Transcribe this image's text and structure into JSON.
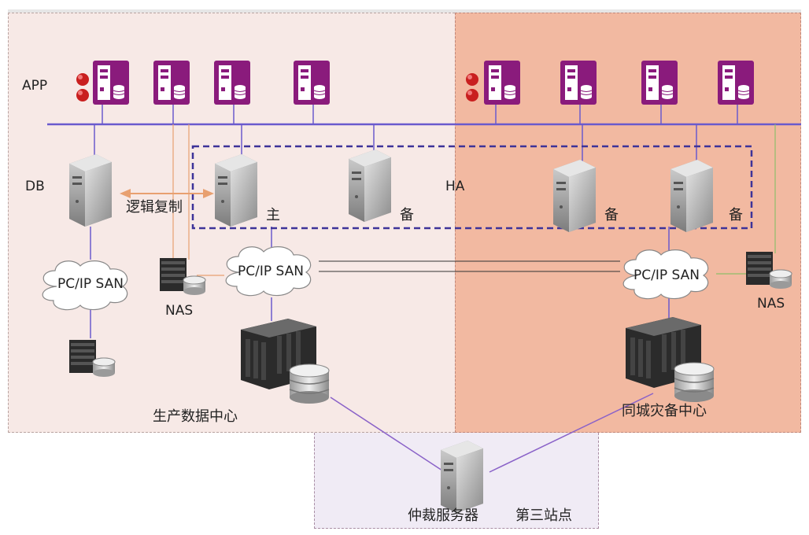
{
  "labels": {
    "app": "APP",
    "db": "DB",
    "ha": "HA",
    "logical_replication": "逻辑复制",
    "primary": "主",
    "standby": "备",
    "san": "PC/IP SAN",
    "nas": "NAS",
    "production_dc": "生产数据中心",
    "dr_dc": "同城灾备中心",
    "arbitration_server": "仲裁服务器",
    "third_site": "第三站点"
  },
  "colors": {
    "production_zone": "#f7e9e6",
    "dr_zone": "#f2b9a1",
    "third_zone": "#f0ebf5",
    "app_server": "#8a1b7c",
    "network_bus": "#6a5acd",
    "ha_box": "#3d3399",
    "replication_arrow": "#e8a070"
  },
  "icons": [
    "app-server-icon",
    "db-server-icon",
    "storage-array-icon",
    "cloud-icon",
    "traffic-light-icon"
  ]
}
